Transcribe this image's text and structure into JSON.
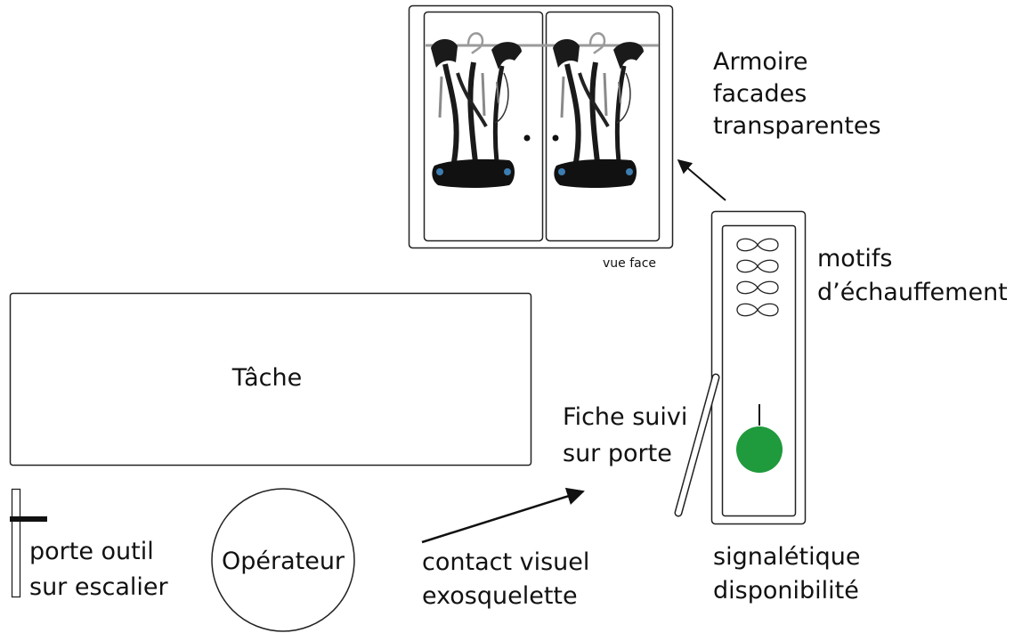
{
  "labels": {
    "armoire": [
      "Armoire",
      "facades",
      "transparentes"
    ],
    "vue_face": "vue face",
    "motifs": [
      "motifs",
      "d’échauffement"
    ],
    "tache": "Tâche",
    "fiche": [
      "Fiche suivi",
      "sur porte"
    ],
    "operateur": "Opérateur",
    "porte_outil": [
      "porte outil",
      "sur escalier"
    ],
    "contact": [
      "contact visuel",
      "exosquelette"
    ],
    "signaletique": [
      "signalétique",
      "disponibilité"
    ]
  },
  "icons": {
    "exoskeleton": "exoskeleton-icon",
    "warmup": "infinity-icon",
    "status_light": "status-light-icon",
    "arrow": "arrow-icon"
  },
  "colors": {
    "availability_signal": "#1f9a3c",
    "hanger_rail": "#9a9a9a"
  }
}
